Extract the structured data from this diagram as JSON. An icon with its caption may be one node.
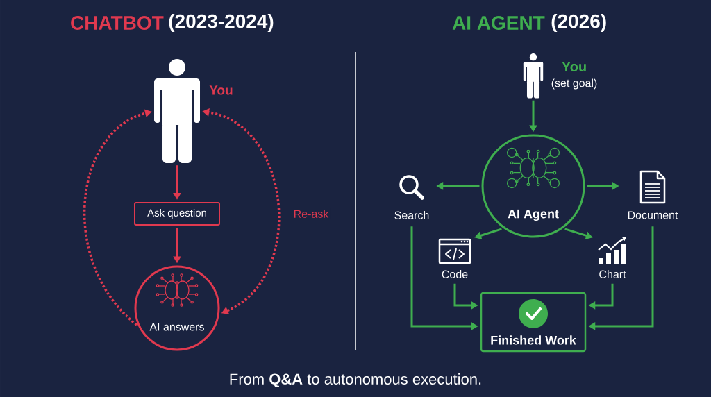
{
  "diagram": {
    "caption": "From **Q&A** to autonomous execution.",
    "nodes": [
      {
        "text": [],
        "shape": "person",
        "beside": [
          "You"
        ]
      },
      {
        "text": [
          "Ask question"
        ]
      },
      {
        "text": [
          "AI answers"
        ]
      },
      {
        "text": [],
        "shape": "person",
        "beside": [
          "You",
          "(set goal)"
        ]
      },
      {
        "text": [
          "AI Agent"
        ]
      },
      {
        "text": [
          "Search"
        ]
      },
      {
        "text": [
          "Document"
        ]
      },
      {
        "text": [
          "Code"
        ]
      },
      {
        "text": [
          "Chart"
        ]
      },
      {
        "text": [
          "Finished Work"
        ]
      }
    ],
    "edges": [
      {
        "from": 0,
        "to": 1,
        "arrow": "to",
        "color": "#e0394f"
      },
      {
        "from": 1,
        "to": 2,
        "arrow": "to",
        "color": "#e0394f"
      },
      {
        "from": 2,
        "to": 0,
        "arrow": "to",
        "style": "dashed",
        "color": "#e0394f"
      },
      {
        "from": 2,
        "to": 0,
        "arrow": "both",
        "style": "dashed",
        "color": "#e0394f",
        "label": "Re-ask"
      },
      {
        "from": 3,
        "to": 4,
        "arrow": "to"
      },
      {
        "from": 4,
        "to": 5,
        "arrow": "to"
      },
      {
        "from": 4,
        "to": 6,
        "arrow": "to"
      },
      {
        "from": 4,
        "to": 7,
        "arrow": "to"
      },
      {
        "from": 4,
        "to": 8,
        "arrow": "to"
      },
      {
        "from": 5,
        "to": 9,
        "arrow": "to"
      },
      {
        "from": 7,
        "to": 9,
        "arrow": "to"
      },
      {
        "from": 8,
        "to": 9,
        "arrow": "to"
      },
      {
        "from": 6,
        "to": 9,
        "arrow": "to"
      }
    ],
    "labels": [
      "CHATBOT",
      "(2023-2024)",
      "AI AGENT",
      "(2026)"
    ]
  }
}
